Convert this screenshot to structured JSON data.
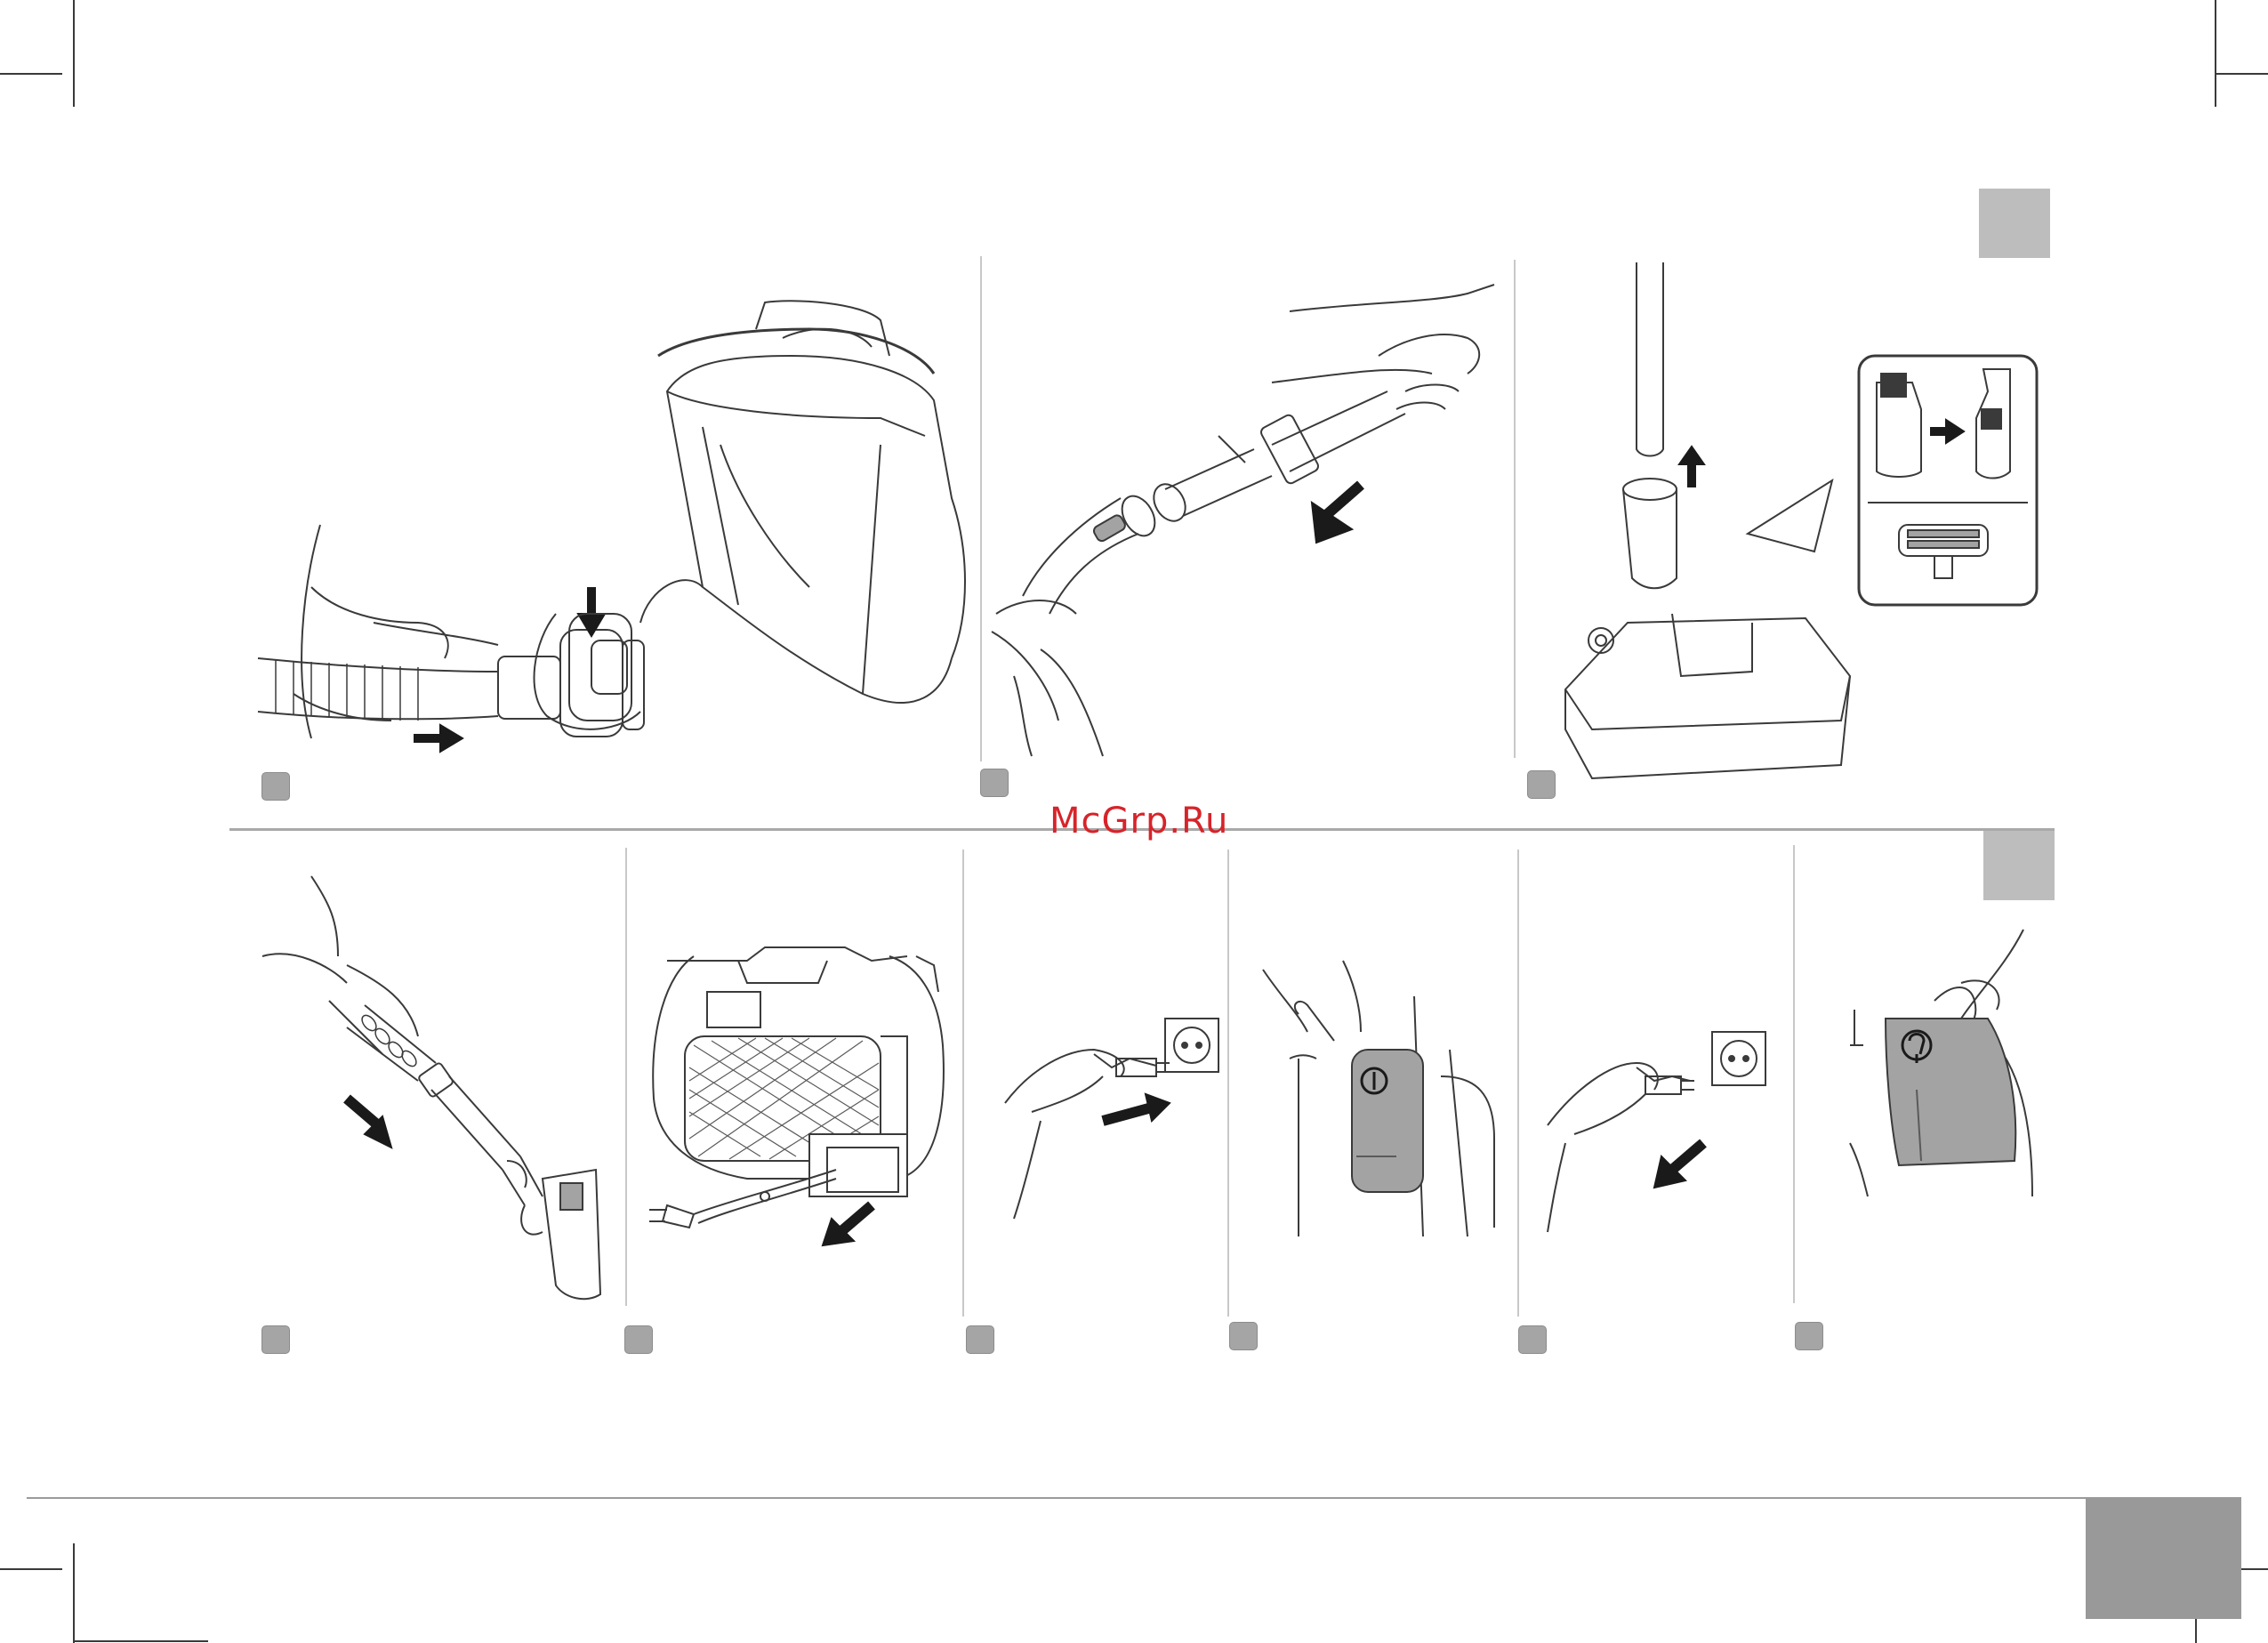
{
  "watermark": {
    "text": "McGrp.Ru",
    "color": "#d6242a"
  },
  "colors": {
    "line": "#3a3a3a",
    "fill_grey": "#a3a3a3",
    "badge": "#a5a5a5",
    "tab": "#bdbdbd"
  },
  "top_row": {
    "panels": [
      {
        "id": "hose-connect",
        "icons": [
          "hand-icon",
          "hose-icon",
          "vacuum-body-icon",
          "arrow-down-icon",
          "arrow-right-icon"
        ]
      },
      {
        "id": "tube-connect",
        "icons": [
          "hand-icon",
          "handle-icon",
          "tube-icon",
          "arrow-down-left-icon"
        ]
      },
      {
        "id": "nozzle-attach",
        "icons": [
          "tube-icon",
          "floor-nozzle-icon",
          "arrow-up-icon",
          "crevice-tool-icon",
          "brush-tool-icon"
        ]
      }
    ]
  },
  "bottom_row": {
    "panels": [
      {
        "id": "telescopic-tube",
        "icons": [
          "hand-icon",
          "tube-icon",
          "arrow-down-right-icon"
        ]
      },
      {
        "id": "cord-pull",
        "icons": [
          "vacuum-back-icon",
          "plug-icon",
          "arrow-down-left-icon"
        ]
      },
      {
        "id": "plug-in",
        "icons": [
          "hand-icon",
          "plug-icon",
          "socket-icon",
          "arrow-right-icon"
        ]
      },
      {
        "id": "power-on",
        "icons": [
          "finger-icon",
          "power-button-icon"
        ]
      },
      {
        "id": "unplug",
        "icons": [
          "hand-icon",
          "plug-icon",
          "socket-icon",
          "arrow-down-left-icon"
        ]
      },
      {
        "id": "cord-rewind",
        "icons": [
          "finger-icon",
          "cord-rewind-button-icon"
        ]
      }
    ]
  }
}
